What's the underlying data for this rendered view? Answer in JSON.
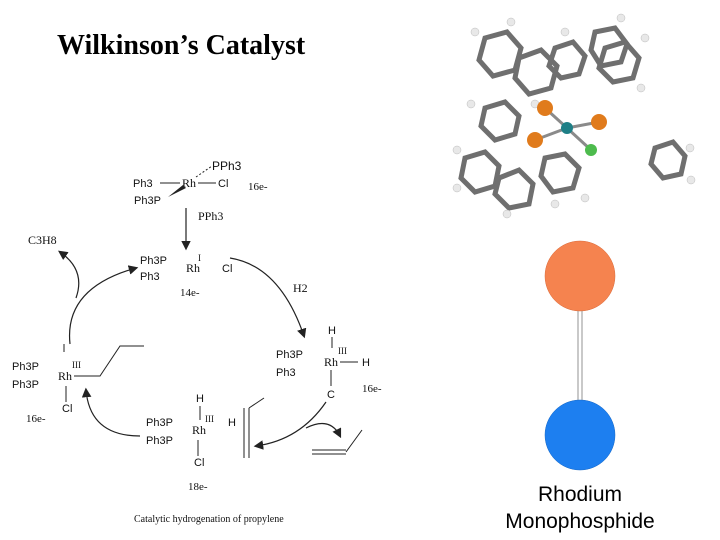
{
  "slide": {
    "title": "Wilkinson’s Catalyst"
  },
  "cycle": {
    "top_complex": {
      "ligand_top": "PPh3",
      "ligand_left": "Ph3",
      "metal": "Rh",
      "ligand_right": "Cl",
      "ligand_bottom": "Ph3P",
      "electrons": "16e-"
    },
    "step_pph3": "PPh3",
    "loss_c3h8": "C3H8",
    "left_top_complex": {
      "ligand_a": "Ph3P",
      "ligand_b": "Ph3",
      "metal": "Rh",
      "oxidation": "I",
      "ligand_right": "Cl",
      "electrons": "14e-"
    },
    "h2_label": "H2",
    "right_complex": {
      "hydride_top": "H",
      "ligand_a": "Ph3P",
      "ligand_b": "Ph3",
      "metal": "Rh",
      "oxidation": "III",
      "hydride_right": "H",
      "ligand_bottom": "C",
      "electrons": "16e-"
    },
    "left_complex": {
      "ligand_a": "Ph3P",
      "ligand_b": "Ph3P",
      "metal": "Rh",
      "oxidation": "III",
      "ligand_bottom": "Cl",
      "electrons": "16e-"
    },
    "bottom_complex": {
      "hydride_top": "H",
      "ligand_a": "Ph3P",
      "ligand_b": "Ph3P",
      "metal": "Rh",
      "oxidation": "III",
      "hydride_right": "H",
      "ligand_bottom": "Cl",
      "electrons": "18e-"
    },
    "caption": "Catalytic hydrogenation of propylene"
  },
  "molecule_caption": {
    "line1": "Rhodium",
    "line2": "Monophosphide"
  },
  "colors": {
    "phosphorus_atom": "#f5834f",
    "rhodium_atom": "#1d7ff0",
    "rh_center": "#1e7f86",
    "chlorine": "#4dbb4d",
    "carbon": "#8c8c8c",
    "hydrogen": "#e6e6e6"
  }
}
